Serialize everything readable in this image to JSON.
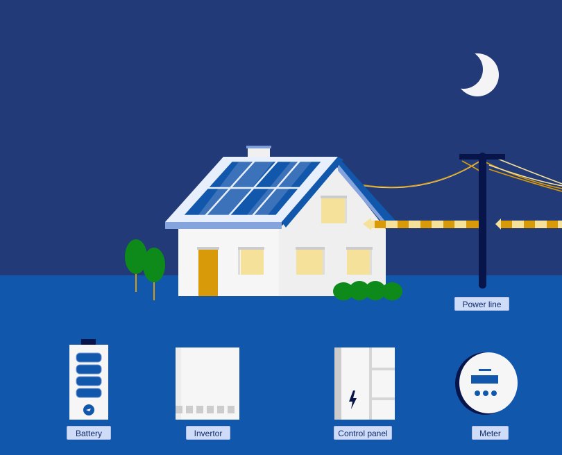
{
  "labels": {
    "power_line": "Power line",
    "battery": "Battery",
    "invertor": "Invertor",
    "control_panel": "Control panel",
    "meter": "Meter"
  },
  "colors": {
    "sky": "#233a78",
    "ground": "#1158ac",
    "energy_flow": "#d99a0a",
    "energy_flow_light": "#f6e19b",
    "window_light": "#f6e19b",
    "tree": "#0e8a1a",
    "pole": "#07154a"
  },
  "icons": [
    "moon-icon",
    "solar-panel-icon",
    "lightning-bolt-icon",
    "battery-icon",
    "meter-icon"
  ]
}
